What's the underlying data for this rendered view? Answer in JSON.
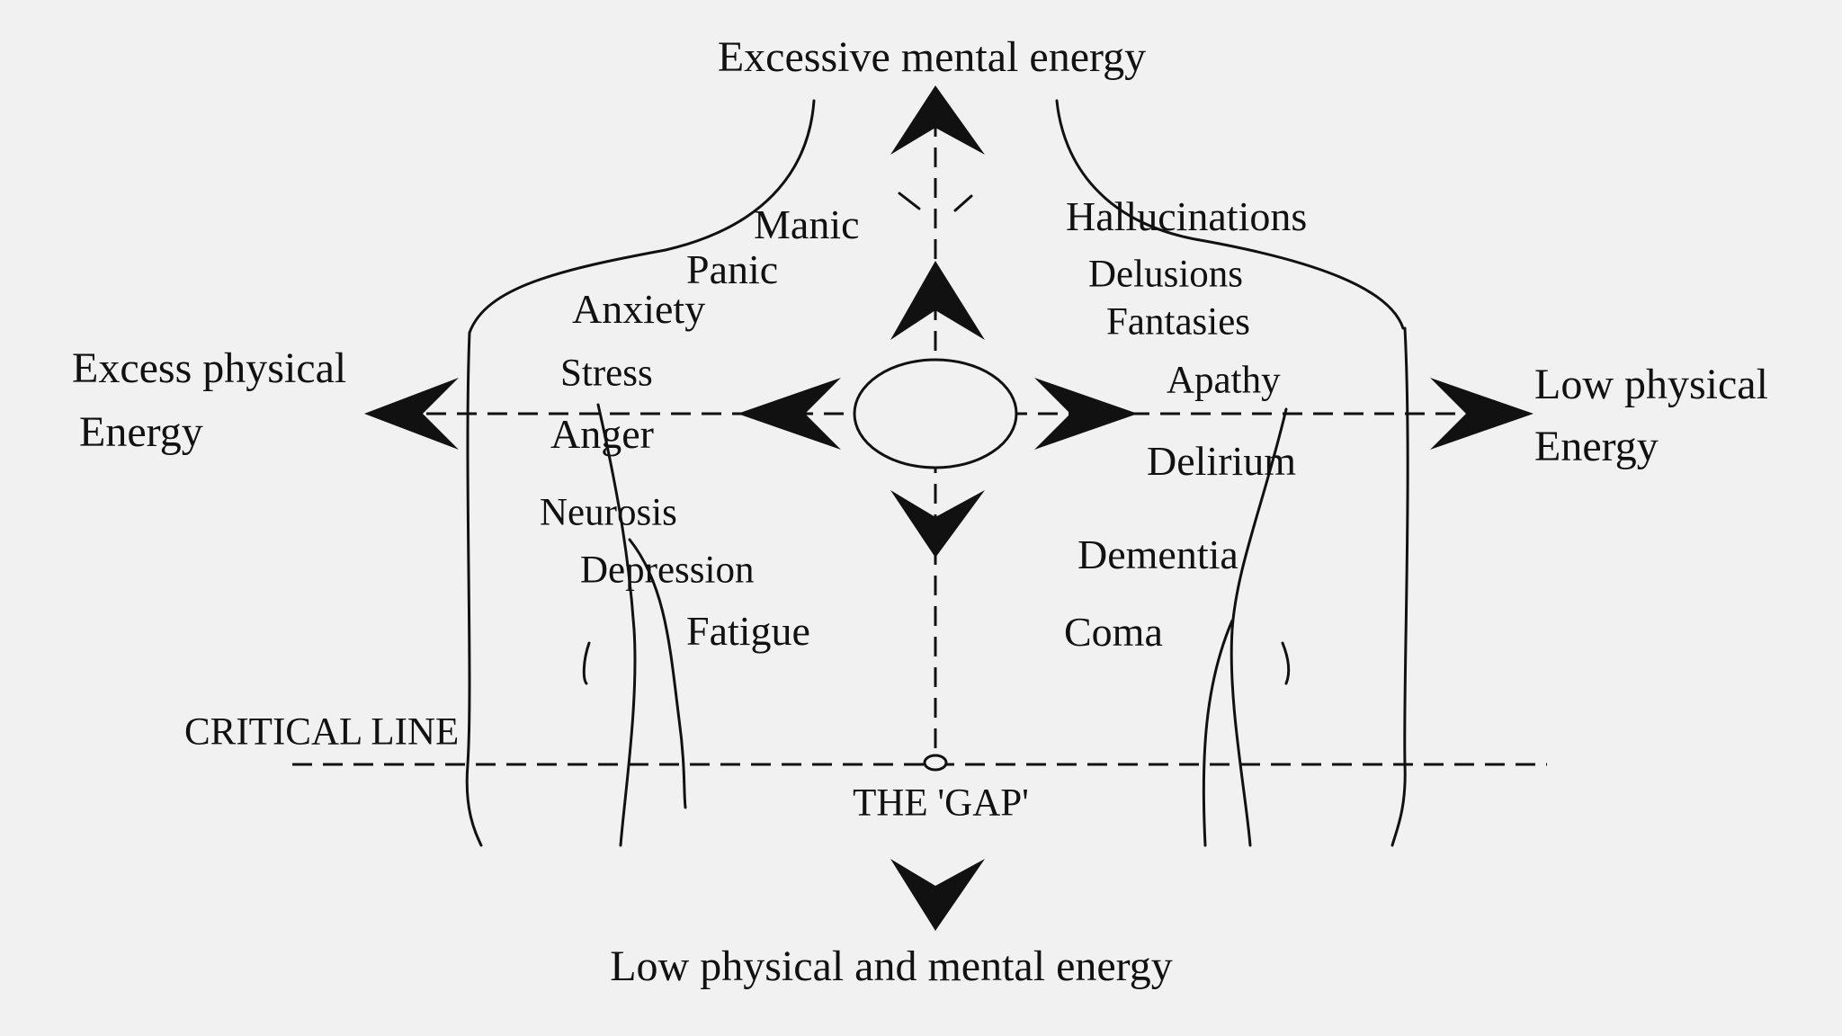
{
  "labels": {
    "top": "Excessive mental energy",
    "bottom": "Low physical and mental energy",
    "left_line1": "Excess physical",
    "left_line2": "Energy",
    "right_line1": "Low physical",
    "right_line2": "Energy",
    "critical_line": "CRITICAL LINE",
    "gap": "THE 'GAP'"
  },
  "left_states": [
    "Manic",
    "Panic",
    "Anxiety",
    "Stress",
    "Anger",
    "Neurosis",
    "Depression",
    "Fatigue"
  ],
  "right_states": [
    "Hallucinations",
    "Delusions",
    "Fantasies",
    "Apathy",
    "Delirium",
    "Dementia",
    "Coma"
  ],
  "colors": {
    "background": "#f1f1f1",
    "ink": "#111111"
  }
}
